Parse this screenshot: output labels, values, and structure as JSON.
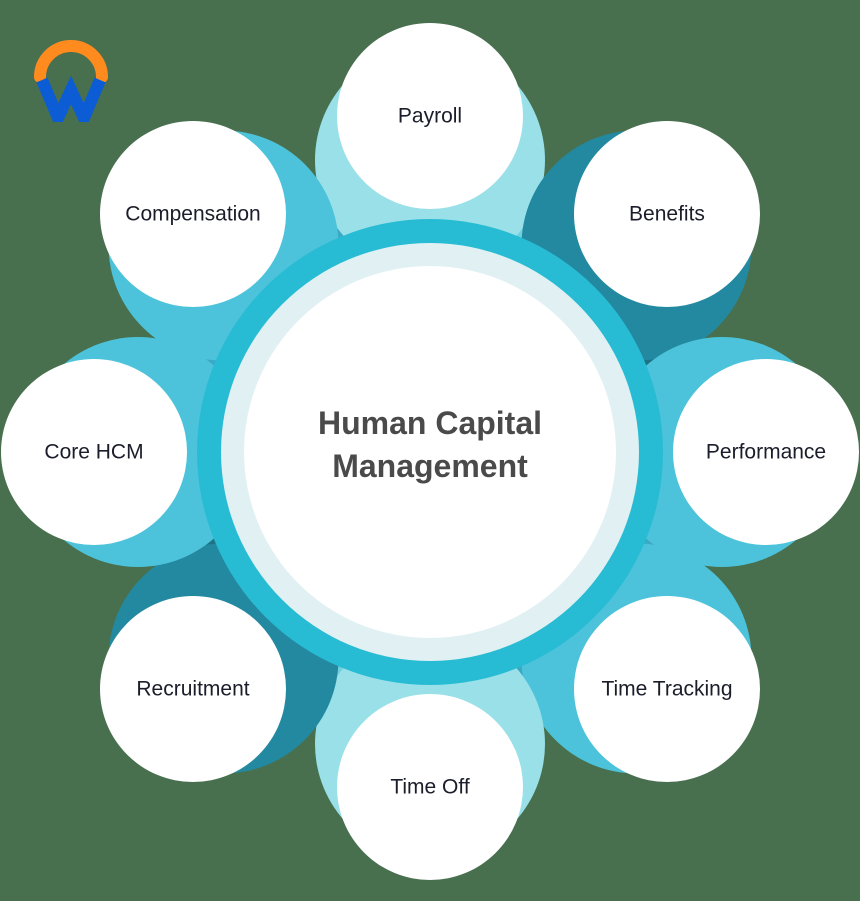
{
  "diagram": {
    "type": "radial-petal-diagram",
    "title": "Human Capital Management",
    "center": {
      "line1": "Human Capital",
      "line2": "Management",
      "text_color": "#4a4a4a",
      "fill": "#ffffff",
      "halo_color": "#e0f0f3"
    },
    "background_color": "#48704f",
    "logo": {
      "name": "workday-logo",
      "arc_color": "#ff8b1f",
      "w_color": "#0b5cd5"
    },
    "palette": {
      "light_cyan": "#9ae0e8",
      "medium_cyan": "#4cc3da",
      "dark_teal": "#2389a0",
      "ring_teal": "#27bcd4",
      "shadow_teal": "#1d7e94",
      "shadow_cyan": "#3aa9c4"
    },
    "petals": [
      {
        "label": "Payroll",
        "angle": 0,
        "fill": "#9ae0e8",
        "shadow": "#6fd0de",
        "label_fill": "#ffffff"
      },
      {
        "label": "Benefits",
        "angle": 45,
        "fill": "#2389a0",
        "shadow": "#1d7286",
        "label_fill": "#ffffff"
      },
      {
        "label": "Performance",
        "angle": 90,
        "fill": "#4cc3da",
        "shadow": "#3aa9c4",
        "label_fill": "#ffffff"
      },
      {
        "label": "Time Tracking",
        "angle": 135,
        "fill": "#4cc3da",
        "shadow": "#3aa9c4",
        "label_fill": "#ffffff"
      },
      {
        "label": "Time Off",
        "angle": 180,
        "fill": "#9ae0e8",
        "shadow": "#6fd0de",
        "label_fill": "#ffffff"
      },
      {
        "label": "Recruitment",
        "angle": 225,
        "fill": "#2389a0",
        "shadow": "#1d7286",
        "label_fill": "#ffffff"
      },
      {
        "label": "Core HCM",
        "angle": 270,
        "fill": "#4cc3da",
        "shadow": "#3aa9c4",
        "label_fill": "#ffffff"
      },
      {
        "label": "Compensation",
        "angle": 315,
        "fill": "#4cc3da",
        "shadow": "#3aa9c4",
        "label_fill": "#ffffff"
      }
    ]
  }
}
